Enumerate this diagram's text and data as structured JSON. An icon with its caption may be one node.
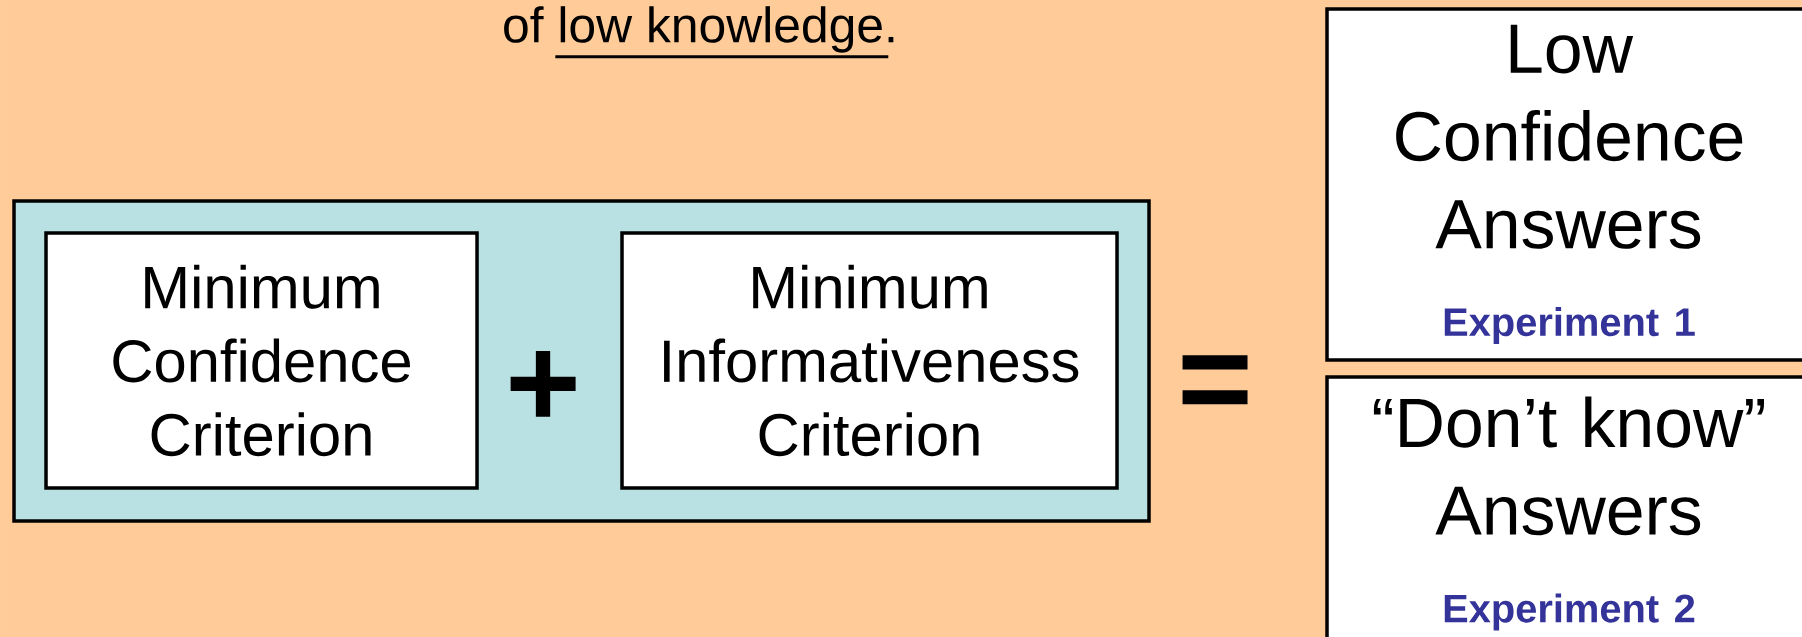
{
  "diagram": {
    "nodes": [
      {
        "text": [],
        "shape": "box"
      },
      {
        "text": [
          "Minimum Confidence Criterion"
        ],
        "in": 0
      },
      {
        "text": [
          "Minimum Informativeness Criterion"
        ],
        "in": 0
      },
      {
        "text": [
          "Low Confidence Answers",
          "Experiment 1"
        ]
      },
      {
        "text": [
          "“Don’t know” Answers",
          "Experiment 2"
        ]
      }
    ],
    "labels": [
      "of low knowledge.",
      "+",
      "="
    ]
  }
}
